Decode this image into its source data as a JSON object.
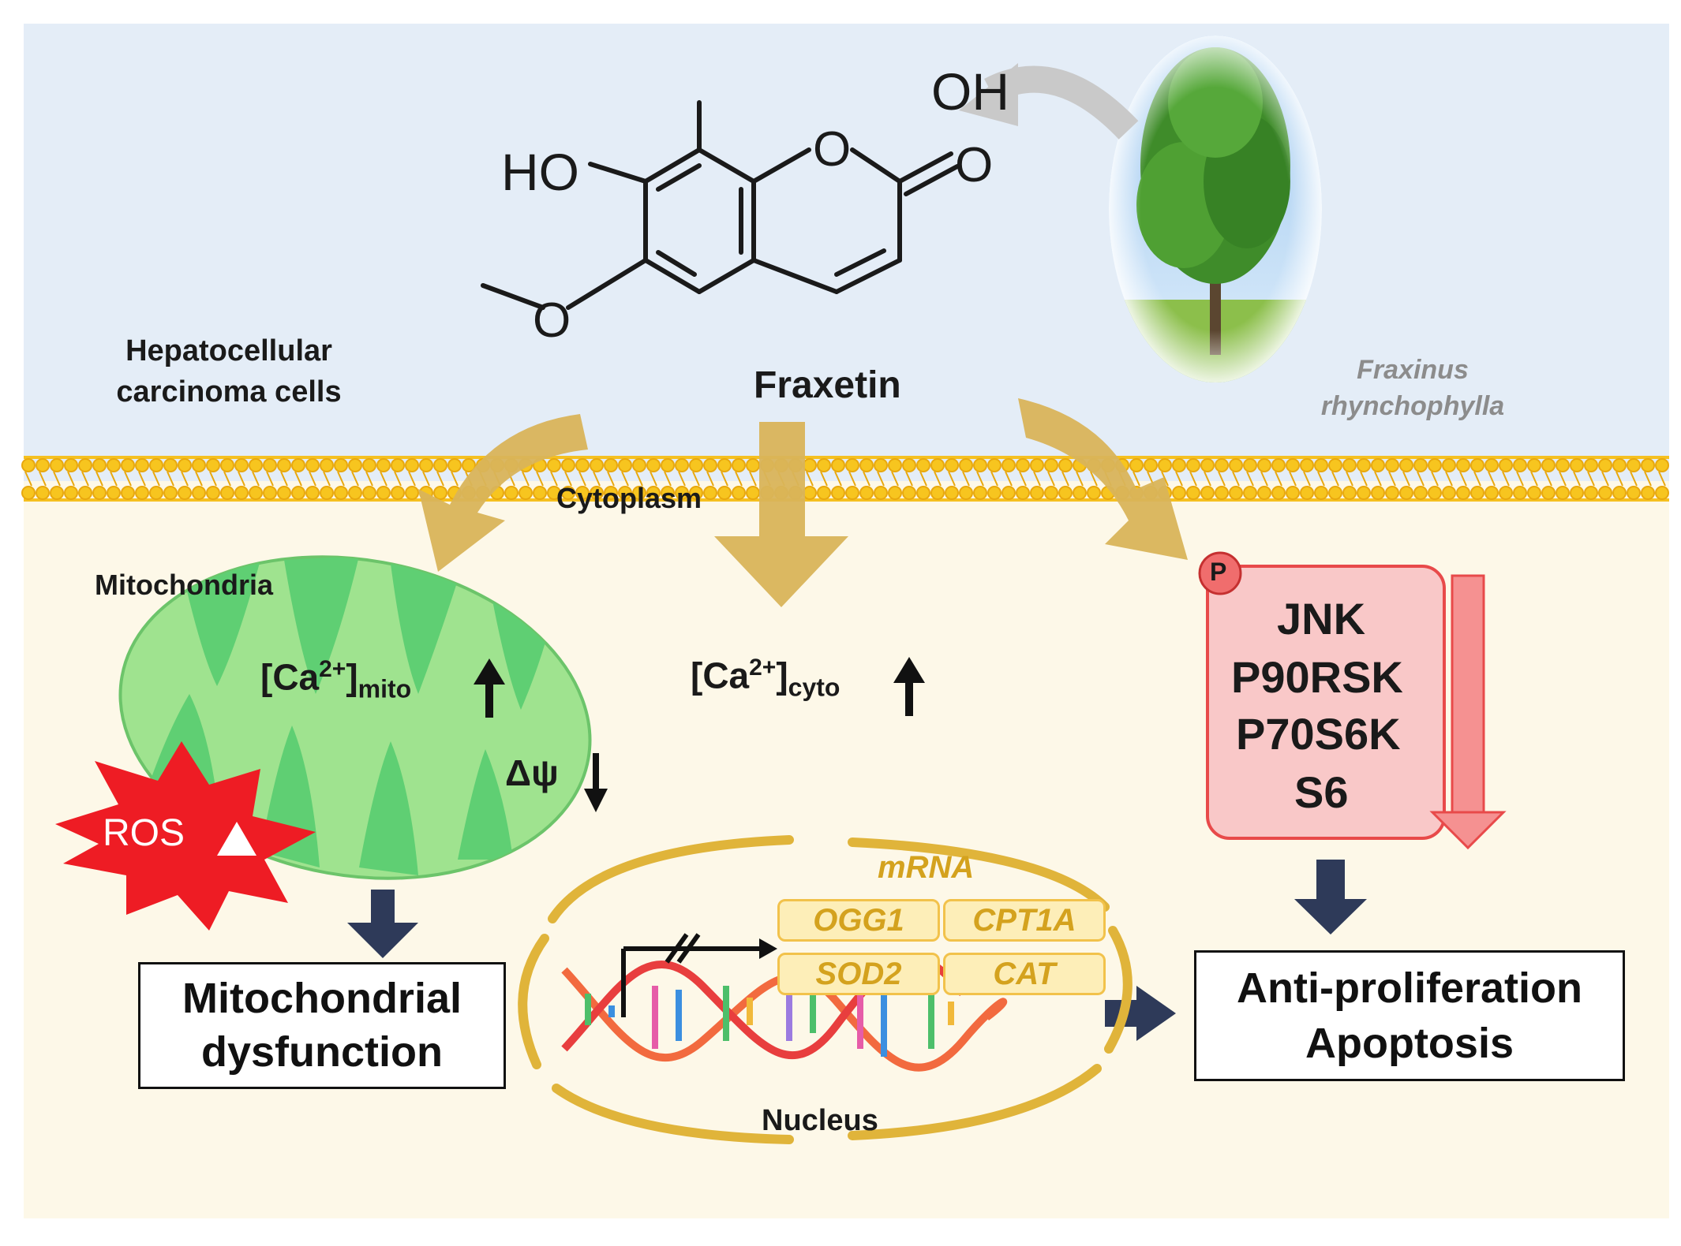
{
  "compound": {
    "name": "Fraxetin",
    "oh_top": "OH",
    "ho_left": "HO",
    "ring_o": "O",
    "carbonyl_o": "O",
    "methoxy_o": "O"
  },
  "source": {
    "line1": "Fraxinus",
    "line2": "rhynchophylla"
  },
  "cell": {
    "line1": "Hepatocellular",
    "line2": "carcinoma cells"
  },
  "cytoplasm": "Cytoplasm",
  "mitochondria": {
    "title": "Mitochondria",
    "ca_base": "[Ca",
    "ca_sup": "2+",
    "ca_close": "]",
    "ca_sub": "mito",
    "arrow": "↑",
    "delta_psi": "Δψ",
    "delta_arrow": "↓",
    "ros": "ROS"
  },
  "cyto_ca": {
    "base": "[Ca",
    "sup": "2+",
    "close": "]",
    "sub": "cyto",
    "arrow": "↑"
  },
  "kinases": {
    "p_badge": "P",
    "items": [
      "JNK",
      "P90RSK",
      "P70S6K",
      "S6"
    ]
  },
  "nucleus": {
    "title": "Nucleus",
    "mrna": "mRNA",
    "genes": [
      "OGG1",
      "CPT1A",
      "SOD2",
      "CAT"
    ]
  },
  "outcomes": {
    "mito_line1": "Mitochondrial",
    "mito_line2": "dysfunction",
    "anti_line1": "Anti-proliferation",
    "anti_line2": "Apoptosis"
  },
  "colors": {
    "sky": "#e4edf7",
    "cytoplasm": "#fdf8e8",
    "membrane": "#f7c51f",
    "tan_arrow": "#d9b45a",
    "mito_fill": "#9fe38f",
    "mito_stripe": "#5fcf73",
    "ros": "#ee1c24",
    "kinase_box": "#f9c8c8",
    "kinase_border": "#e84a4a",
    "navy_arrow": "#2e3a59",
    "gene_fill": "#fdeeb8"
  }
}
